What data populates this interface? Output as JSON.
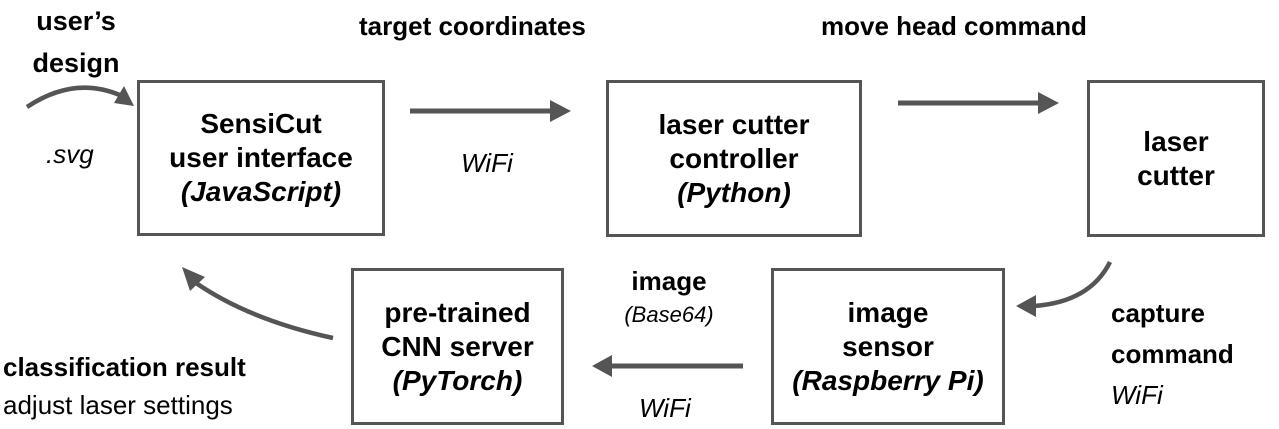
{
  "diagram": {
    "arrow_color": "#555555",
    "box_border_color": "#555555",
    "nodes": {
      "sensicut_ui": {
        "title_lines": [
          "SensiCut",
          "user interface"
        ],
        "tech": "(JavaScript)"
      },
      "controller": {
        "title_lines": [
          "laser cutter",
          "controller"
        ],
        "tech": "(Python)"
      },
      "laser_cutter": {
        "title_lines": [
          "laser",
          "cutter"
        ]
      },
      "image_sensor": {
        "title_lines": [
          "image",
          "sensor"
        ],
        "tech": "(Raspberry Pi)"
      },
      "cnn_server": {
        "title_lines": [
          "pre-trained",
          "CNN server"
        ],
        "tech": "(PyTorch)"
      }
    },
    "edges": {
      "input": {
        "label_lines": [
          "user’s",
          "design"
        ],
        "format": ".svg"
      },
      "ui_to_controller": {
        "label": "target coordinates",
        "transport": "WiFi"
      },
      "controller_to_cutter": {
        "label": "move head command"
      },
      "cutter_to_sensor": {
        "label_lines": [
          "capture",
          "command"
        ],
        "transport": "WiFi"
      },
      "sensor_to_cnn": {
        "label": "image",
        "format": "(Base64)",
        "transport": "WiFi"
      },
      "cnn_to_ui": {
        "label": "classification result",
        "action": "adjust laser settings"
      }
    }
  }
}
